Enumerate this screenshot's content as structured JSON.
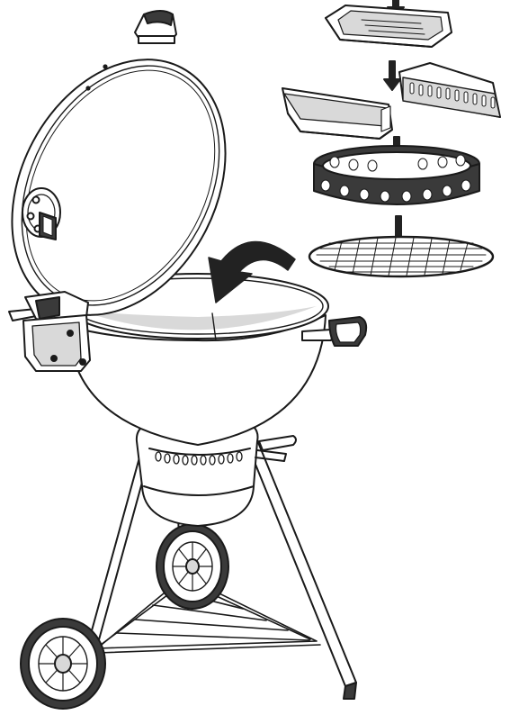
{
  "illustration": {
    "subject": "kettle-grill-assembly",
    "colors": {
      "line": "#1a1a1a",
      "fill": "#ffffff",
      "shade": "#d9d9d9",
      "dark": "#3a3a3a",
      "arrow": "#222222"
    },
    "parts": [
      "lid",
      "lid-handle",
      "lid-vent",
      "hinge-bracket",
      "bowl",
      "bowl-handle",
      "ash-catcher",
      "legs",
      "wheel-rear",
      "wheel-front",
      "leg-triangle-rack",
      "cooking-grate",
      "charcoal-ring",
      "char-basket-left",
      "char-basket-right",
      "drip-tray"
    ],
    "steps": [
      "drip-tray",
      "char-baskets",
      "charcoal-ring",
      "cooking-grate",
      "into-bowl"
    ]
  }
}
